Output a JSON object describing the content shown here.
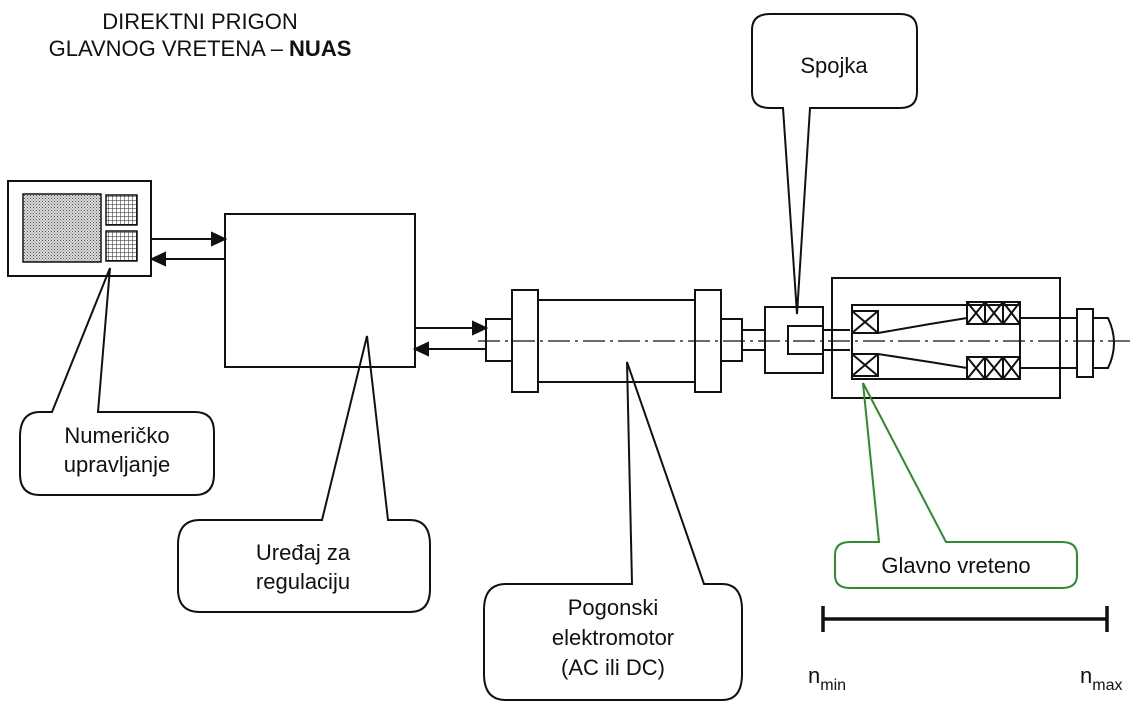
{
  "title": {
    "line1": "DIREKTNI PRIGON",
    "line2_prefix": "GLAVNOG VRETENA – ",
    "line2_bold": "NUAS"
  },
  "labels": {
    "spojka": "Spojka",
    "numericko_line1": "Numeričko",
    "numericko_line2": "upravljanje",
    "uredaj_line1": "Uređaj za",
    "uredaj_line2": "regulaciju",
    "pogonski_line1": "Pogonski",
    "pogonski_line2": "elektromotor",
    "pogonski_line3": "(AC  ili  DC)",
    "glavno": "Glavno vreteno"
  },
  "speed_range": {
    "min_base": "n",
    "min_sub": "min",
    "max_base": "n",
    "max_sub": "max"
  },
  "colors": {
    "line": "#111111",
    "green": "#2e8b2e",
    "screen": "#bdbdbd"
  }
}
